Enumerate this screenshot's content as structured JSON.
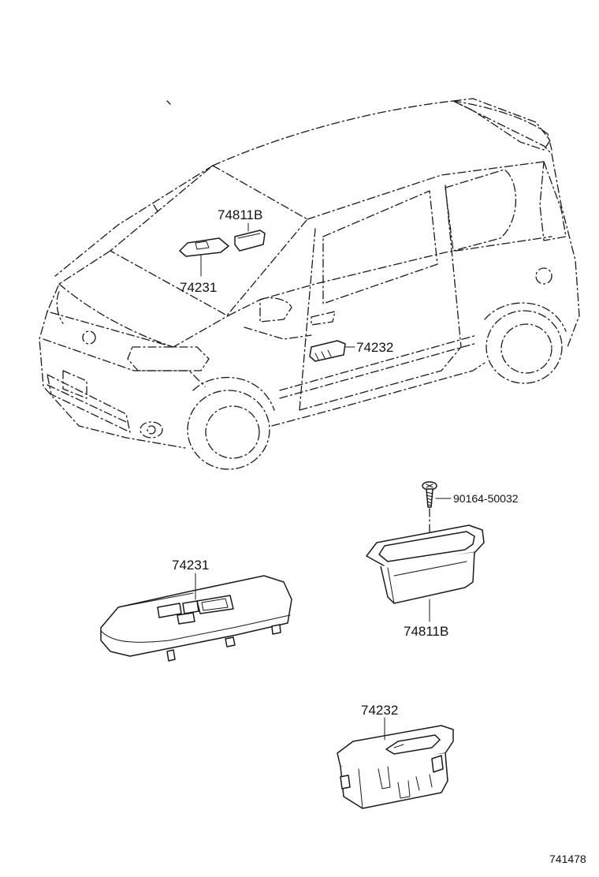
{
  "callouts": {
    "car_switch_master": "74231",
    "car_bezel": "74811B",
    "car_switch_passenger": "74232",
    "detail_switch_master": "74231",
    "detail_bezel": "74811B",
    "detail_screw": "90164-50032",
    "detail_switch_passenger": "74232"
  },
  "diagram_code": "741478",
  "colors": {
    "line": "#1a1a1a",
    "background": "#ffffff"
  }
}
